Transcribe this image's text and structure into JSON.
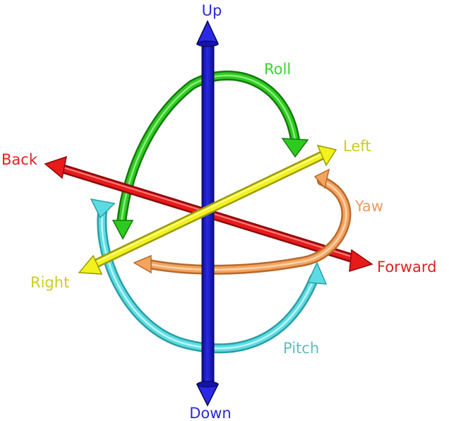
{
  "labels": {
    "up": "Up",
    "down": "Down",
    "back": "Back",
    "forward": "Forward",
    "left": "Left",
    "right": "Right",
    "roll": "Roll",
    "yaw": "Yaw",
    "pitch": "Pitch"
  },
  "colors": {
    "up_down_axis": "#1c1cc4",
    "up_down_label": "#2a2ad8",
    "back_forward_axis": "#e01818",
    "back_forward_label": "#e02020",
    "left_right_axis": "#ecec18",
    "left_right_label": "#cccc20",
    "roll": "#28c81c",
    "roll_label": "#3cd232",
    "yaw": "#f2a05a",
    "yaw_label": "#eb9b62",
    "pitch": "#58d6dc",
    "pitch_label": "#5fbcbc"
  }
}
